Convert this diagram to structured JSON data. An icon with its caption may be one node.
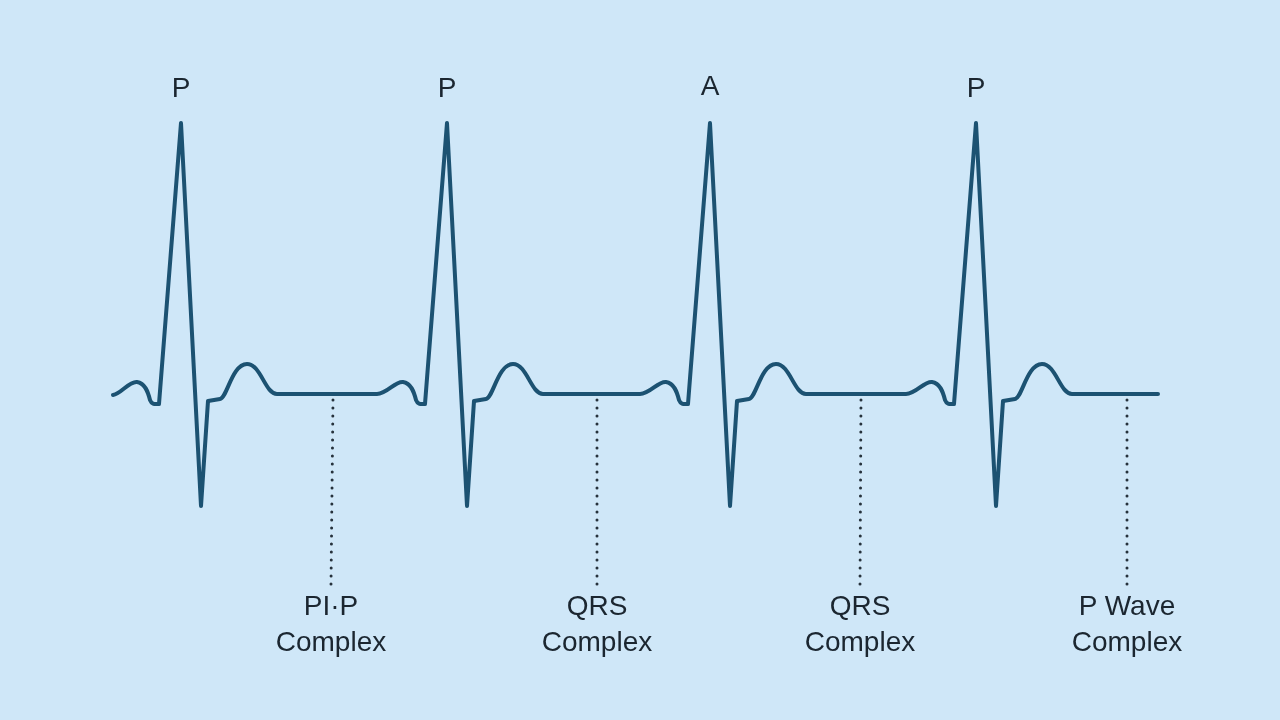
{
  "diagram": {
    "nodes": [
      {
        "text": [
          "PI·P Complex"
        ]
      },
      {
        "text": [
          "QRS Complex"
        ]
      },
      {
        "text": [
          "QRS Complex"
        ]
      },
      {
        "text": [
          "P Wave Complex"
        ]
      }
    ],
    "edges": [
      {
        "from": 0,
        "to": null,
        "arrow": "none",
        "style": "dashed"
      },
      {
        "from": 1,
        "to": null,
        "arrow": "none",
        "style": "dashed"
      },
      {
        "from": 2,
        "to": null,
        "arrow": "none",
        "style": "dashed"
      },
      {
        "from": 3,
        "to": null,
        "arrow": "none",
        "style": "dashed"
      }
    ],
    "labels": [
      "P",
      "P",
      "A",
      "P"
    ]
  }
}
